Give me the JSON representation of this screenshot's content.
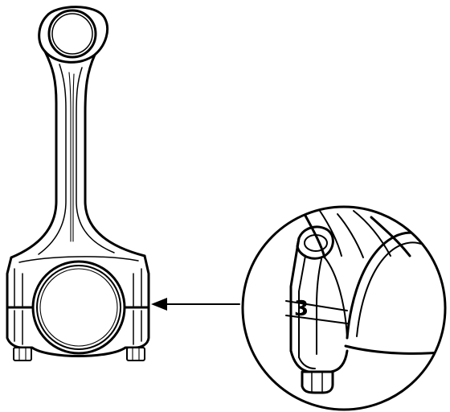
{
  "diagram": {
    "detail_mark": "3",
    "colors": {
      "line": "#000000",
      "background": "#ffffff"
    },
    "icons": [
      "connecting-rod",
      "detail-magnifier",
      "callout-arrow"
    ]
  }
}
